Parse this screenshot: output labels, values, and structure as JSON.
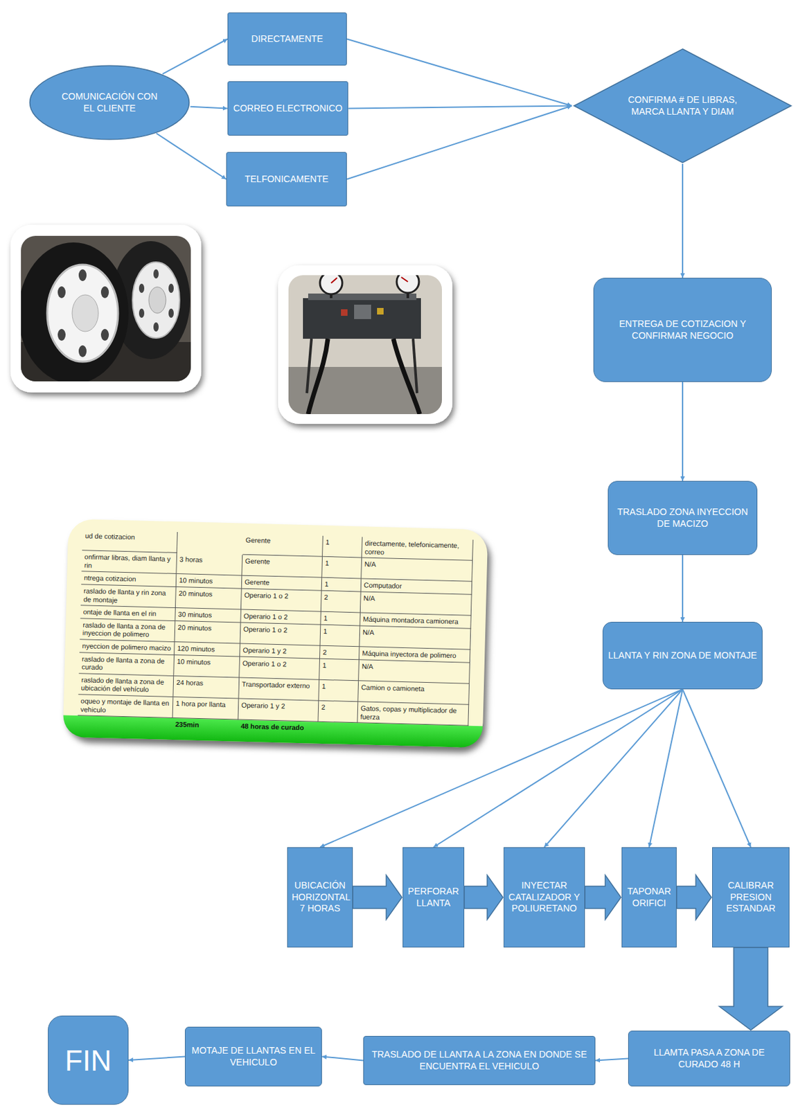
{
  "diagram": {
    "nodes": [
      {
        "text": [
          "COMUNICACIÓN CON EL CLIENTE"
        ]
      },
      {
        "text": [
          "DIRECTAMENTE"
        ]
      },
      {
        "text": [
          "CORREO ELECTRONICO"
        ]
      },
      {
        "text": [
          "TELFONICAMENTE"
        ]
      },
      {
        "text": [
          "CONFIRMA # DE LIBRAS, MARCA LLANTA Y DIAM"
        ]
      },
      {
        "text": [
          "ENTREGA DE COTIZACION Y CONFIRMAR NEGOCIO"
        ]
      },
      {
        "text": [
          "TRASLADO ZONA INYECCION DE MACIZO"
        ]
      },
      {
        "text": [
          "LLANTA Y RIN ZONA DE MONTAJE"
        ]
      },
      {
        "text": [
          "UBICACIÓN HORIZONTAL 7 HORAS"
        ]
      },
      {
        "text": [
          "PERFORAR LLANTA"
        ]
      },
      {
        "text": [
          "INYECTAR CATALIZADOR Y POLIURETANO"
        ]
      },
      {
        "text": [
          "TAPONAR ORIFICI"
        ]
      },
      {
        "text": [
          "CALIBRAR PRESION ESTANDAR"
        ]
      },
      {
        "text": [
          "LLAMTA PASA A ZONA DE CURADO 48 H"
        ]
      },
      {
        "text": [
          "TRASLADO DE LLANTA A LA ZONA EN DONDE SE ENCUENTRA EL VEHICULO"
        ]
      },
      {
        "text": [
          "MOTAJE DE LLANTAS EN EL VEHICULO"
        ]
      },
      {
        "text": [
          "FIN"
        ]
      }
    ],
    "edges": [
      {
        "from": 0,
        "to": 1,
        "arrow": "to"
      },
      {
        "from": 0,
        "to": 2,
        "arrow": "to"
      },
      {
        "from": 0,
        "to": 3,
        "arrow": "to"
      },
      {
        "from": 1,
        "to": 4,
        "arrow": "to"
      },
      {
        "from": 2,
        "to": 4,
        "arrow": "to"
      },
      {
        "from": 3,
        "to": 4,
        "arrow": "to"
      },
      {
        "from": 4,
        "to": 5,
        "arrow": "to"
      },
      {
        "from": 5,
        "to": 6,
        "arrow": "to"
      },
      {
        "from": 6,
        "to": 7,
        "arrow": "to"
      },
      {
        "from": 7,
        "to": 8,
        "arrow": "to"
      },
      {
        "from": 7,
        "to": 9,
        "arrow": "to"
      },
      {
        "from": 7,
        "to": 10,
        "arrow": "to"
      },
      {
        "from": 7,
        "to": 11,
        "arrow": "to"
      },
      {
        "from": 7,
        "to": 12,
        "arrow": "to"
      },
      {
        "from": 8,
        "to": 9,
        "arrow": "to"
      },
      {
        "from": 9,
        "to": 10,
        "arrow": "to"
      },
      {
        "from": 10,
        "to": 11,
        "arrow": "to"
      },
      {
        "from": 11,
        "to": 12,
        "arrow": "to"
      },
      {
        "from": 12,
        "to": 13,
        "arrow": "to"
      },
      {
        "from": 13,
        "to": 14,
        "arrow": "to"
      },
      {
        "from": 14,
        "to": 15,
        "arrow": "to"
      },
      {
        "from": 15,
        "to": 16,
        "arrow": "to"
      }
    ],
    "labels": [
      "ud de cotizacion",
      "Gerente",
      "1",
      "directamente, telefonicamente, correo",
      "onfirmar libras, diam llanta y rin",
      "3 horas",
      "Gerente",
      "1",
      "N/A",
      "ntrega cotizacion",
      "10 minutos",
      "Gerente",
      "1",
      "Computador",
      "raslado de llanta y rin zona de montaje",
      "20 minutos",
      "Operario 1 o 2",
      "2",
      "N/A",
      "ontaje de llanta en el rin",
      "30 minutos",
      "Operario 1 o 2",
      "1",
      "Máquina montadora camionera",
      "raslado de llanta a zona de inyeccion de polimero",
      "20 minutos",
      "Operario 1 o 2",
      "1",
      "N/A",
      "nyeccion de polimero macizo",
      "120 minutos",
      "Operario 1 y 2",
      "2",
      "Máquina inyectora de polimero",
      "raslado de llanta a zona de curado",
      "10 minutos",
      "Operario 1 o 2",
      "1",
      "N/A",
      "raslado de llanta a zona de ubicación del vehículo",
      "24 horas",
      "Transportador externo",
      "1",
      "Camion o camioneta",
      "oqueo y montaje de llanta en vehiculo",
      "1 hora por llanta",
      "Operario 1 y 2",
      "2",
      "Gatos, copas y multiplicador de fuerza",
      "235min",
      "48 horas de curado"
    ]
  }
}
